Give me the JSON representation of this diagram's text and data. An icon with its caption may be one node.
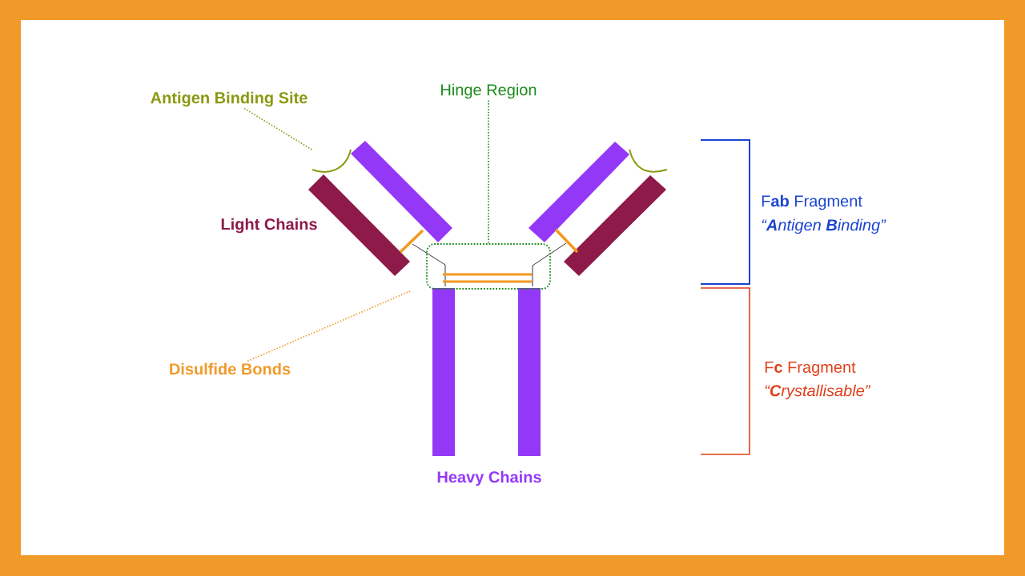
{
  "diagram": {
    "nodes": [
      {
        "text": [
          "Antigen Binding Site"
        ]
      },
      {
        "text": [],
        "shape": "arc"
      },
      {
        "text": [
          "Hinge Region"
        ]
      },
      {
        "text": [],
        "shape": "box"
      },
      {
        "text": [
          "Disulfide Bonds"
        ]
      }
    ],
    "edges": [
      {
        "from": 0,
        "to": 1,
        "arrow": "none",
        "style": "dashed",
        "color": "#8a9a10"
      },
      {
        "from": 2,
        "to": 3,
        "arrow": "none",
        "style": "dashed",
        "color": "#1a8a1a"
      },
      {
        "from": 4,
        "to": null,
        "arrow": "none",
        "style": "dashed",
        "color": "#f09a2a"
      }
    ],
    "labels": [
      "Light Chains",
      "F**ab** Fragment",
      "“**A**ntigen **B**inding”",
      "Heavy Chains",
      "F**c** Fragment",
      "“**C**rystallisable”"
    ]
  }
}
